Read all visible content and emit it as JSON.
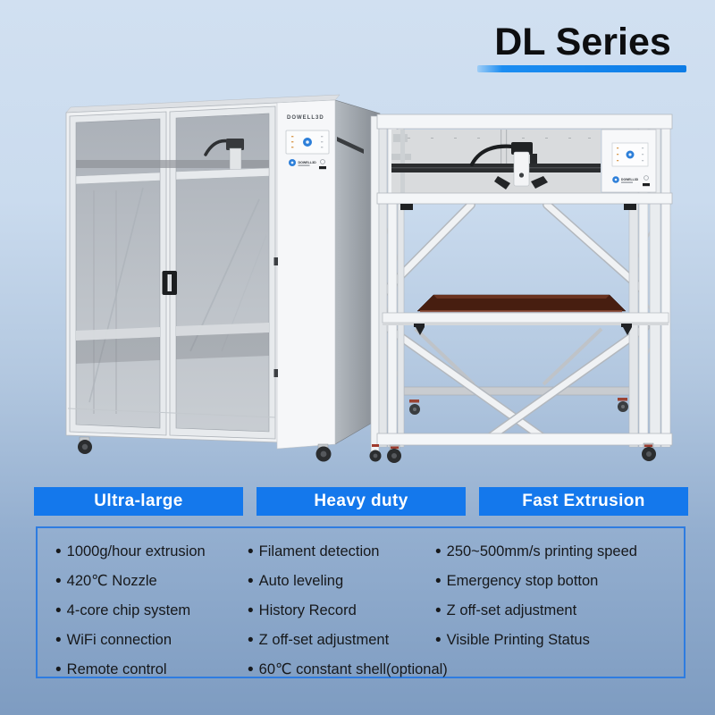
{
  "title": {
    "text": "DL Series"
  },
  "branding": {
    "cabinet_label": "DOWELL3D",
    "logo_text": "DOWELL3D"
  },
  "feature_sections": [
    {
      "header": "Ultra-large",
      "items": [
        "1000g/hour extrusion",
        "420℃ Nozzle",
        "4-core chip system",
        "WiFi connection",
        "Remote control"
      ]
    },
    {
      "header": "Heavy duty",
      "items": [
        "Filament detection",
        "Auto leveling",
        "History Record",
        "Z off-set adjustment",
        "60℃ constant shell(optional)"
      ]
    },
    {
      "header": "Fast Extrusion",
      "items": [
        "250~500mm/s printing speed",
        "Emergency stop botton",
        "Z off-set adjustment",
        "Visible Printing Status"
      ]
    }
  ],
  "colors": {
    "accent_blue": "#1478ec",
    "underline_blue": "#0d7ce6",
    "box_border_blue": "#2e7ce0",
    "background_top": "#d1e0f1",
    "background_bottom": "#7e9cc1",
    "bed_brown": "#471e10",
    "logo_blue": "#2d7fd9"
  }
}
